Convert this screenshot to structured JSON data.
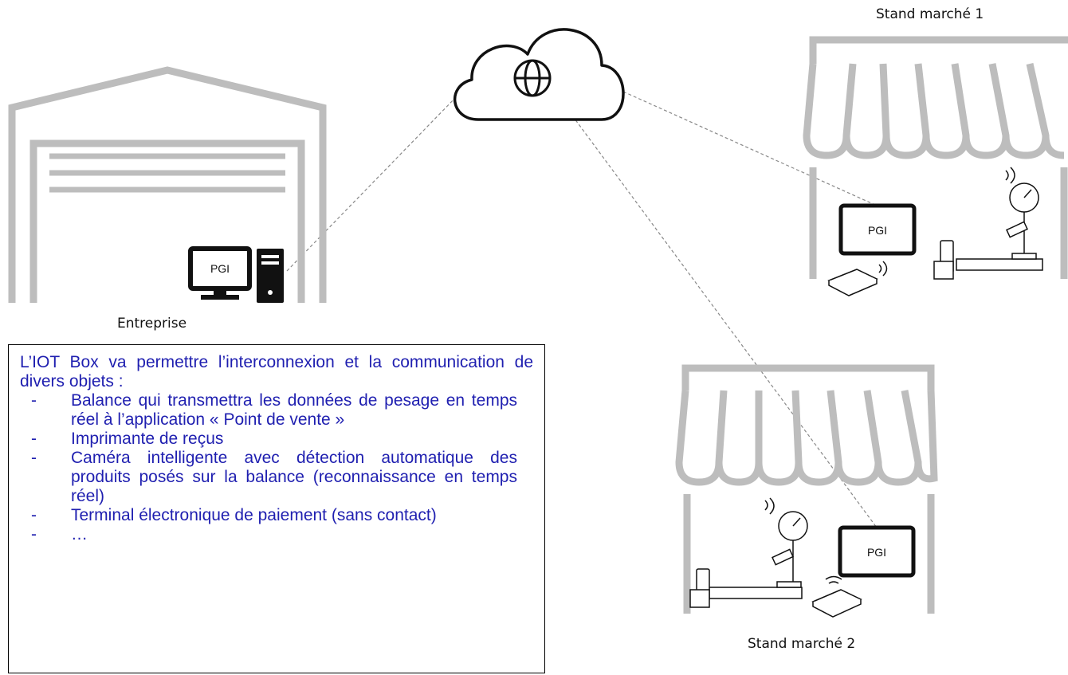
{
  "locations": {
    "entreprise": "Entreprise",
    "stand1": "Stand marché 1",
    "stand2": "Stand marché 2"
  },
  "devices": {
    "pgi_pc": "PGI",
    "pgi_tablet1": "PGI",
    "pgi_tablet2": "PGI"
  },
  "info_box": {
    "intro": "L’IOT Box va permettre l’interconnexion et la communication de divers objets :",
    "items": [
      "Balance qui transmettra les données de pesage en temps réel à l’application « Point de vente »",
      "Imprimante de reçus",
      "Caméra intelligente avec détection automatique des produits posés sur la balance (reconnaissance en temps réel)",
      "Terminal électronique de paiement (sans contact)",
      "…"
    ],
    "bullet": "-"
  },
  "icons": [
    "cloud-icon",
    "globe-icon",
    "warehouse-icon",
    "desktop-computer-icon",
    "shop-awning-icon",
    "tablet-icon",
    "iot-box-icon",
    "scale-icon",
    "camera-icon",
    "payment-terminal-icon",
    "wifi-icon"
  ],
  "colors": {
    "building_gray": "#bdbdbd",
    "text_blue": "#1f1fb0",
    "link_dash": "#888888"
  }
}
